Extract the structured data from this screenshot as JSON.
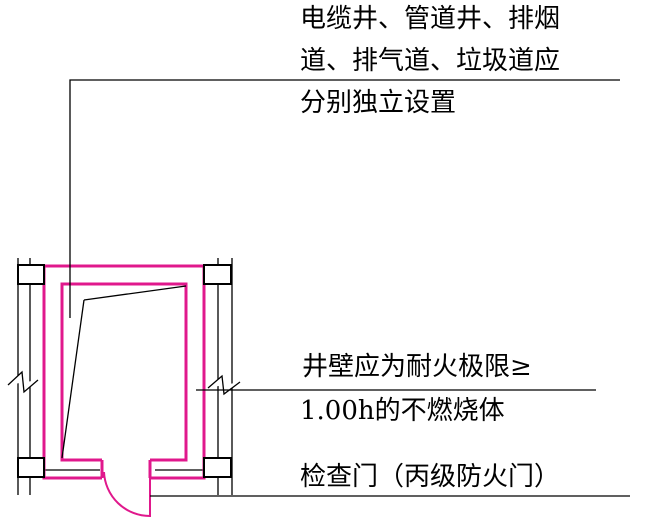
{
  "annotations": {
    "top": {
      "line1": "电缆井、管道井、排烟",
      "line2": "道、排气道、垃圾道应",
      "line3": "分别独立设置"
    },
    "middle": {
      "line1": "井壁应为耐火极限≥",
      "line2": "1.00h的不燃烧体"
    },
    "bottom": {
      "line1": "检查门（丙级防火门）"
    }
  },
  "colors": {
    "shaft_wall": "#e0188c",
    "ink": "#000000",
    "column_fill": "#ffffff"
  }
}
